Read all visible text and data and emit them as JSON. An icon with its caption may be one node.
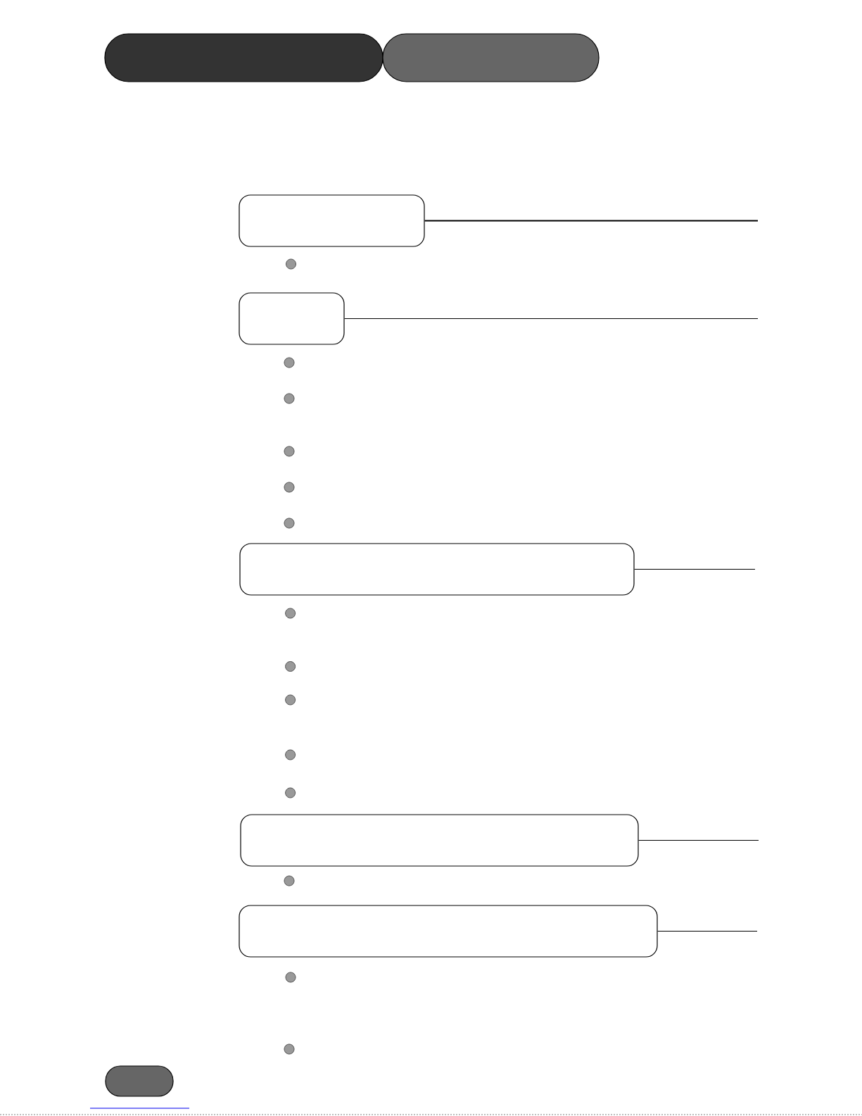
{
  "diagram": {
    "nodes": [
      {
        "text": [],
        "shape": "pill"
      },
      {
        "text": [],
        "shape": "pill"
      },
      {
        "text": [],
        "shape": "box"
      },
      {
        "text": [],
        "shape": "box"
      },
      {
        "text": [],
        "shape": "box"
      },
      {
        "text": [],
        "shape": "box"
      },
      {
        "text": [],
        "shape": "box"
      },
      {
        "text": [],
        "shape": "pill"
      }
    ],
    "edges": [
      {
        "from": 2,
        "to": null,
        "arrow": "none"
      },
      {
        "from": 3,
        "to": null,
        "arrow": "none"
      },
      {
        "from": 4,
        "to": null,
        "arrow": "none"
      },
      {
        "from": 5,
        "to": null,
        "arrow": "none"
      },
      {
        "from": 6,
        "to": null,
        "arrow": "none"
      }
    ]
  }
}
